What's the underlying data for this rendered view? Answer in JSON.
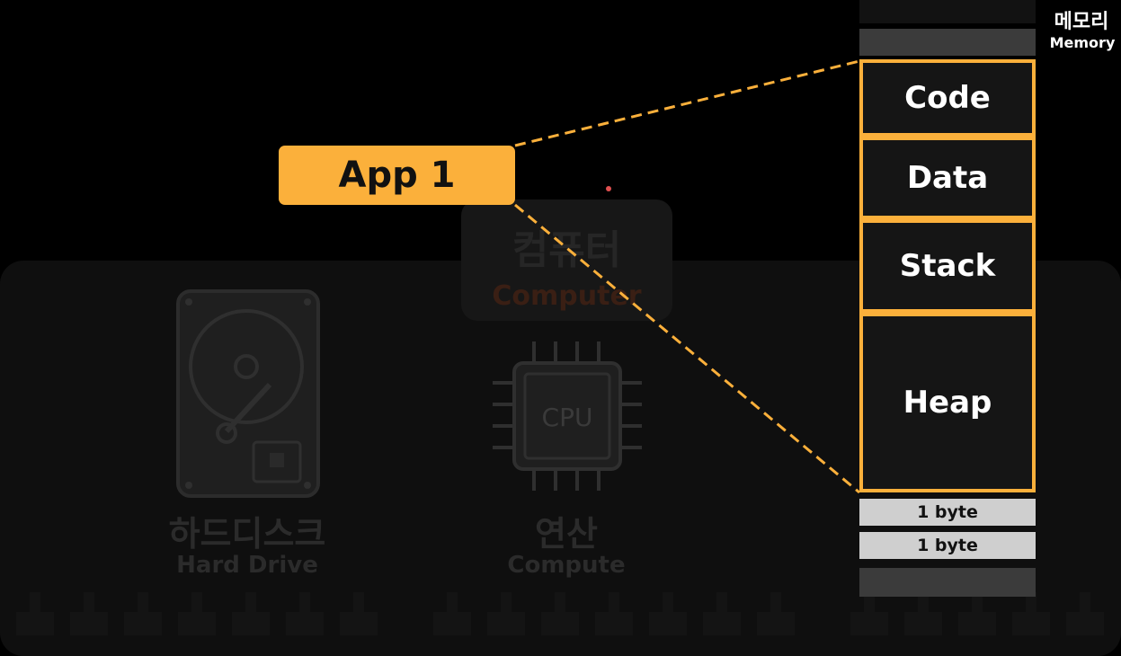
{
  "computer": {
    "title_ko": "컴퓨터",
    "title_en": "Computer"
  },
  "hard_drive": {
    "label_ko": "하드디스크",
    "label_en": "Hard Drive",
    "icon": "hard-drive-icon"
  },
  "cpu": {
    "chip_text": "CPU",
    "label_ko": "연산",
    "label_en": "Compute",
    "icon": "cpu-chip-icon"
  },
  "app": {
    "label": "App 1"
  },
  "memory": {
    "label_ko": "메모리",
    "label_en": "Memory",
    "segments": [
      "Code",
      "Data",
      "Stack",
      "Heap"
    ],
    "bytes": [
      "1 byte",
      "1 byte"
    ]
  },
  "colors": {
    "accent": "#fbb03b",
    "background": "#000000"
  }
}
